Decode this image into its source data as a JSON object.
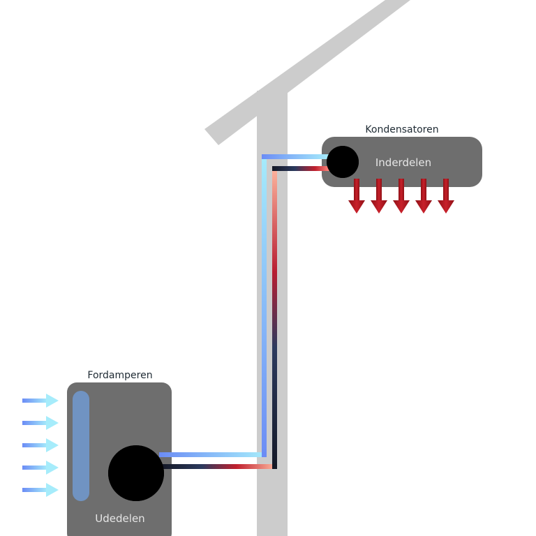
{
  "diagram": {
    "title": "Heat pump refrigerant cycle",
    "indoor_unit": {
      "caption": "Kondensatoren",
      "label": "Inderdelen"
    },
    "outdoor_unit": {
      "caption": "Fordamperen",
      "label": "Udedelen"
    },
    "icons": {
      "heat_out_arrows": "arrow-down-icon",
      "air_in_arrows": "arrow-right-icon"
    },
    "colors": {
      "background": "#ffffff",
      "house": "#cccccc",
      "unit": "#6e6e6e",
      "fan": "#000000",
      "evaporator_coil": "#7093c2",
      "caption_text": "#1e2a33",
      "unit_text": "#e6e6e6",
      "cold_pipe_start": "#6b8cf5",
      "cold_pipe_end": "#a6ecfb",
      "hot_pipe_dark": "#141826",
      "hot_pipe_mid": "#c0202e",
      "hot_pipe_light": "#ffb8a0",
      "heat_arrow": "#b8161e",
      "air_arrow_start": "#6b8cf5",
      "air_arrow_end": "#a6ecfb"
    },
    "heat_out_arrow_count": 5,
    "air_in_arrow_count": 5
  }
}
